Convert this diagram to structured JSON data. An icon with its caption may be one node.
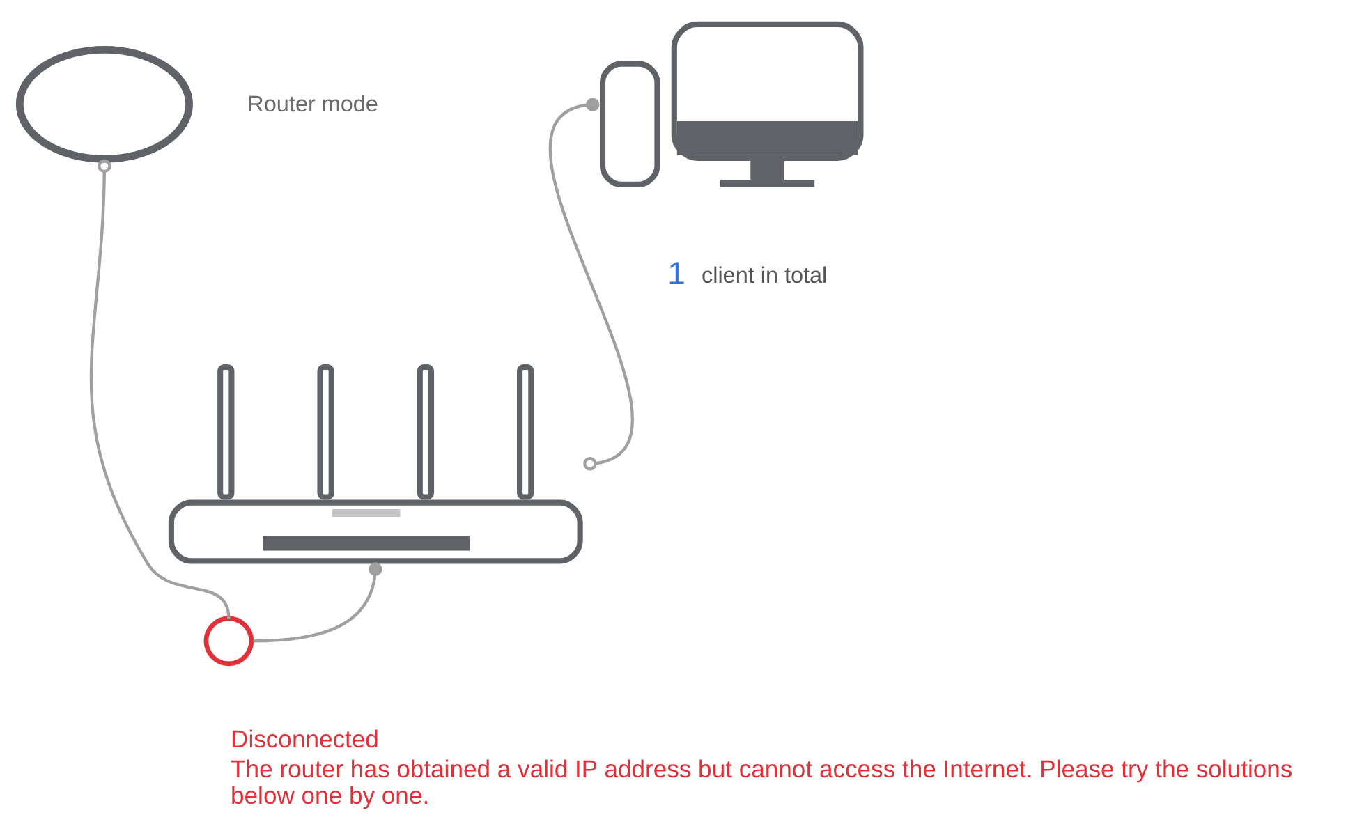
{
  "diagram": {
    "nodes": [
      {
        "text": [],
        "shape": "cloud",
        "beside": [
          "Router mode"
        ]
      },
      {
        "text": [],
        "shape": "picture",
        "beside": [
          "1 client in total"
        ]
      },
      {
        "text": [],
        "shape": "picture"
      },
      {
        "text": [],
        "shape": "circle",
        "beside": [
          "Disconnected",
          "The router has obtained a valid IP address but cannot access the Internet. Please try the solutions below one by one."
        ]
      }
    ],
    "edges": [
      {
        "from": 0,
        "to": 3,
        "arrow": "other"
      },
      {
        "from": 2,
        "to": 3,
        "arrow": "other"
      },
      {
        "from": 1,
        "to": 2,
        "arrow": "other"
      }
    ]
  }
}
